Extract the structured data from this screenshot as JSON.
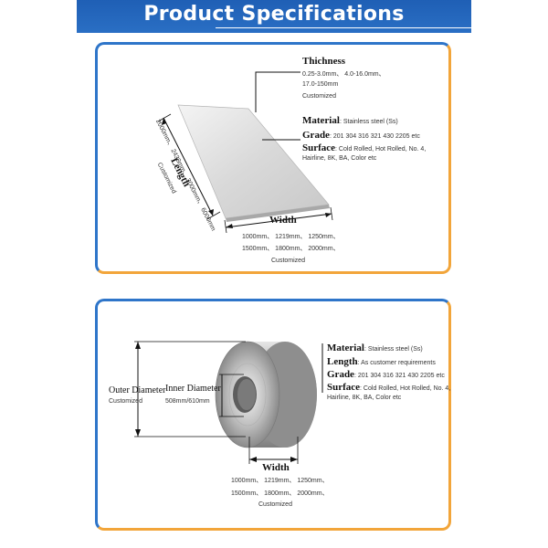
{
  "header": {
    "title": "Product Specifications"
  },
  "sheet": {
    "thickness_label": "Thichness",
    "thickness_values_1": "0.25-3.0mm、 4.0-16.0mm、",
    "thickness_values_2": "17.0-150mm",
    "thickness_custom": "Customized",
    "material_label": "Material",
    "material_value": ": Stainless steel (Ss)",
    "grade_label": "Grade",
    "grade_value": ": 201 304 316 321 430 2205 etc",
    "surface_label": "Surface",
    "surface_value_1": ": Cold Rolled, Hot Rolled, No. 4,",
    "surface_value_2": "Hairline, 8K, BA, Color etc",
    "length_label": "Length",
    "length_values": "2000mm、 2438mm、 3000mm、 6000mm",
    "length_custom": "Customized",
    "width_label": "Width",
    "width_values_1": "1000mm、 1219mm、 1250mm、",
    "width_values_2": "1500mm、 1800mm、 2000mm、",
    "width_custom": "Customized"
  },
  "coil": {
    "material_label": "Material",
    "material_value": ": Stainless steel (Ss)",
    "length_label": "Length",
    "length_value": ": As customer requirements",
    "grade_label": "Grade",
    "grade_value": ":  201 304 316 321 430 2205 etc",
    "surface_label": "Surface",
    "surface_value_1": ": Cold Rolled, Hot Rolled, No. 4,",
    "surface_value_2": "Hairline, 8K, BA, Color etc",
    "outer_label": "Outer Diameter",
    "outer_custom": "Customized",
    "inner_label": "Inner Diameter",
    "inner_value": "508mm/610mm",
    "width_label": "Width",
    "width_values_1": "1000mm、 1219mm、 1250mm、",
    "width_values_2": "1500mm、 1800mm、 2000mm、",
    "width_custom": "Customized"
  }
}
